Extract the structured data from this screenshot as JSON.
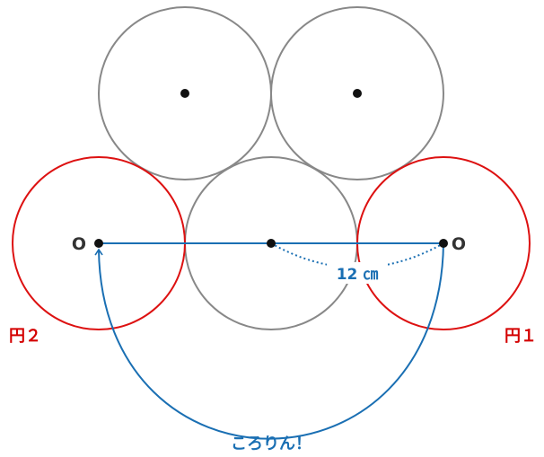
{
  "labels": {
    "center_left": "O",
    "center_right": "O",
    "circle_2": "円２",
    "circle_1": "円１",
    "distance": "12 ㎝",
    "caption": "ころりん！"
  },
  "colors": {
    "gray_circle": "#888888",
    "red_circle": "#dd1111",
    "blue_line": "#1a6fb3",
    "dot": "#111111",
    "center_text": "#333333"
  }
}
